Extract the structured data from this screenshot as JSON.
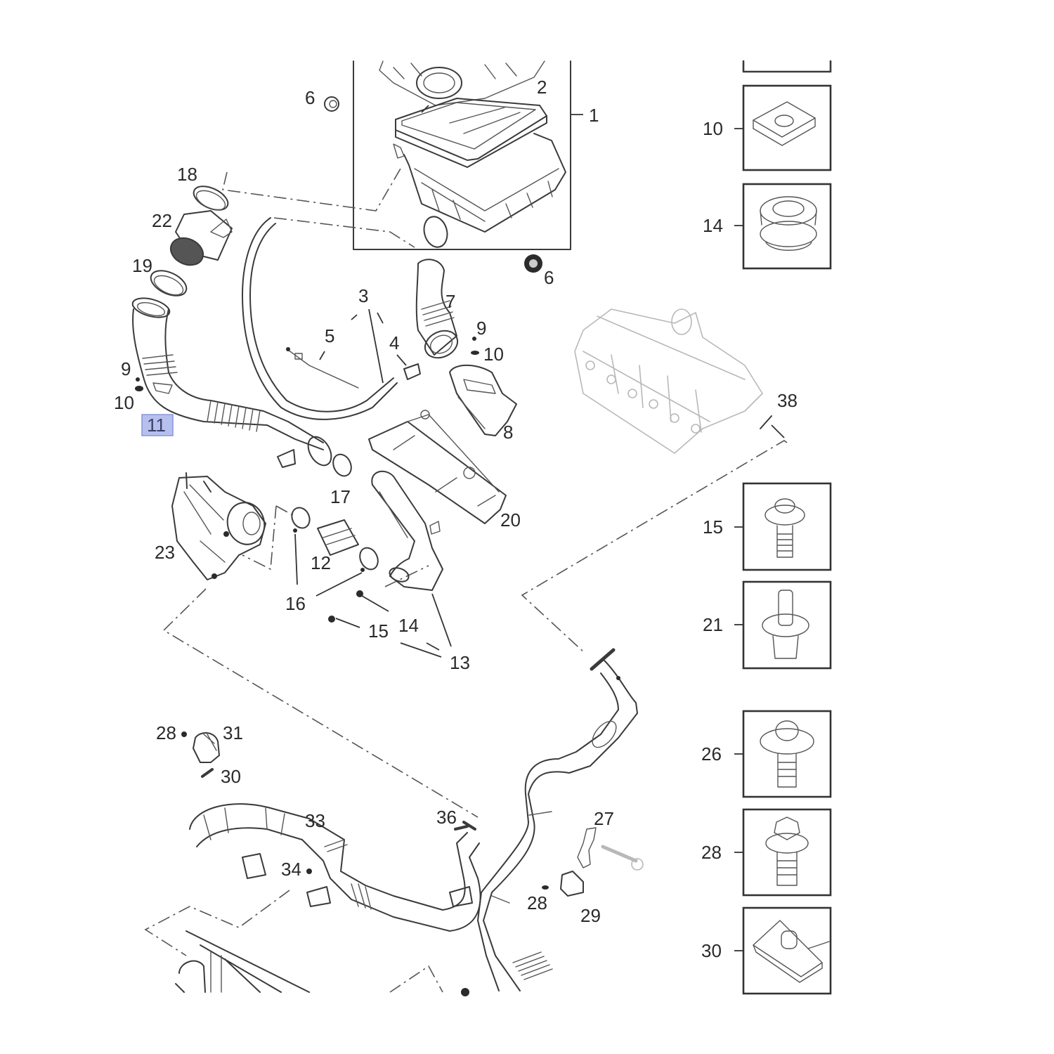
{
  "diagram": {
    "title": "Air intake and charge air hose exploded parts diagram",
    "highlight_color": "#b6c0ef",
    "highlighted_callout": "11",
    "callouts": {
      "c1": "1",
      "c2": "2",
      "c3": "3",
      "c4": "4",
      "c5": "5",
      "c6a": "6",
      "c6b": "6",
      "c7": "7",
      "c8": "8",
      "c9a": "9",
      "c9b": "9",
      "c10a": "10",
      "c10b": "10",
      "c11": "11",
      "c12": "12",
      "c13": "13",
      "c14": "14",
      "c15": "15",
      "c16": "16",
      "c17": "17",
      "c18": "18",
      "c19": "19",
      "c20": "20",
      "c22": "22",
      "c23": "23",
      "c27": "27",
      "c28a": "28",
      "c28b": "28",
      "c29": "29",
      "c30": "30",
      "c31": "31",
      "c33": "33",
      "c34": "34",
      "c36": "36",
      "c38": "38"
    },
    "fastener_panel": [
      {
        "label": "10",
        "part": "speed-nut"
      },
      {
        "label": "14",
        "part": "grommet"
      },
      {
        "label": "15",
        "part": "flange-bolt"
      },
      {
        "label": "21",
        "part": "push-clip"
      },
      {
        "label": "26",
        "part": "flange-bolt-large"
      },
      {
        "label": "28",
        "part": "hex-bolt"
      },
      {
        "label": "30",
        "part": "clip-nut"
      }
    ]
  }
}
